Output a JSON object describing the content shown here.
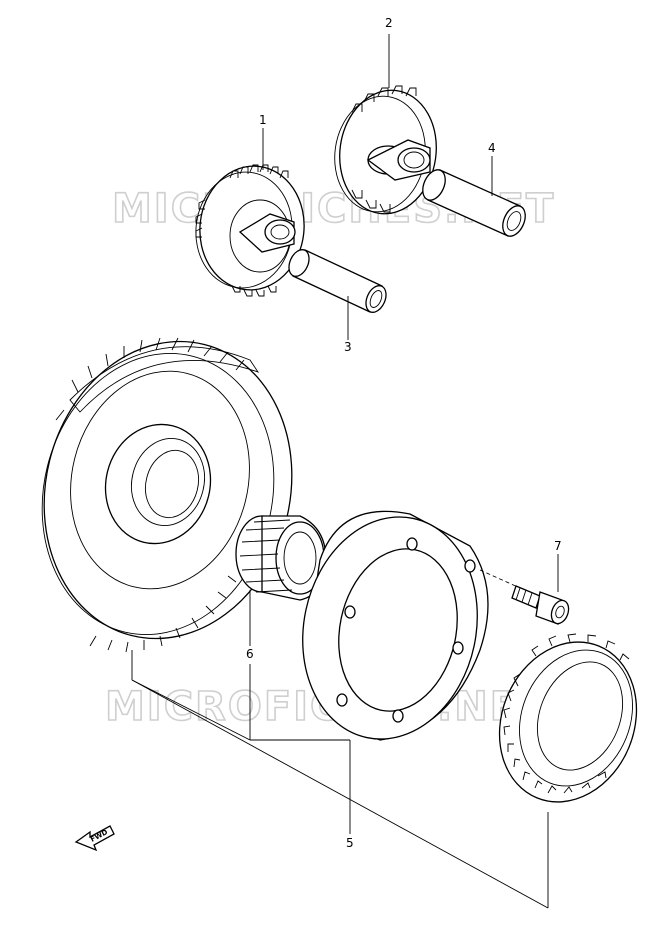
{
  "watermark": "MICROFICHES.NET",
  "fwd_label": "FWD",
  "callouts": [
    {
      "id": "1",
      "label": "1"
    },
    {
      "id": "2",
      "label": "2"
    },
    {
      "id": "3",
      "label": "3"
    },
    {
      "id": "4",
      "label": "4"
    },
    {
      "id": "5",
      "label": "5"
    },
    {
      "id": "6",
      "label": "6"
    },
    {
      "id": "7",
      "label": "7"
    }
  ]
}
